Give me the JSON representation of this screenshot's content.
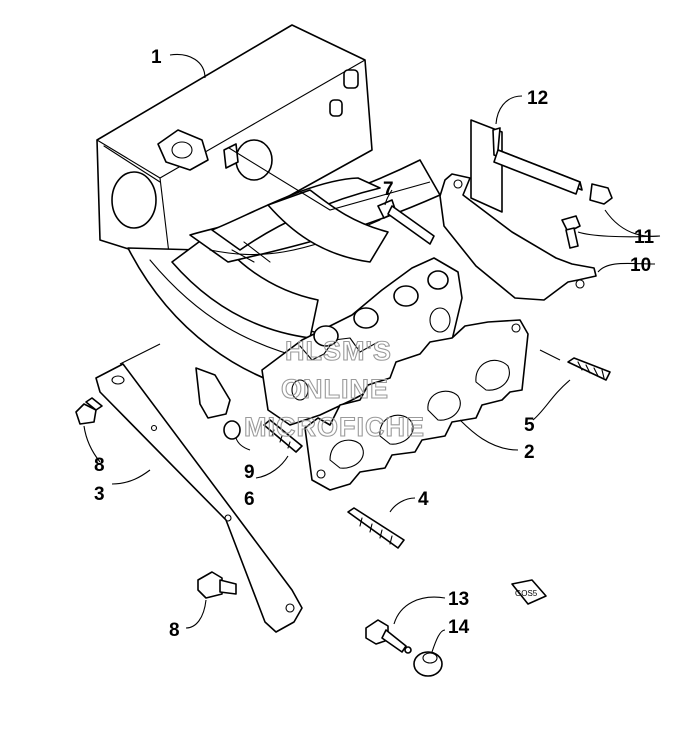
{
  "callouts": {
    "c1": "1",
    "c2": "2",
    "c3": "3",
    "c4": "4",
    "c5": "5",
    "c6": "6",
    "c7": "7",
    "c8a": "8",
    "c8b": "8",
    "c9": "9",
    "c10": "10",
    "c11": "11",
    "c12": "12",
    "c13": "13",
    "c14": "14"
  },
  "watermark": {
    "line1": "HLSM'S",
    "line2": "ONLINE",
    "line3": "MICROFICHE"
  },
  "corner_stamp": "GOS5",
  "colors": {
    "ink": "#000000",
    "paper": "#ffffff",
    "watermark": "#9a9a9a"
  }
}
